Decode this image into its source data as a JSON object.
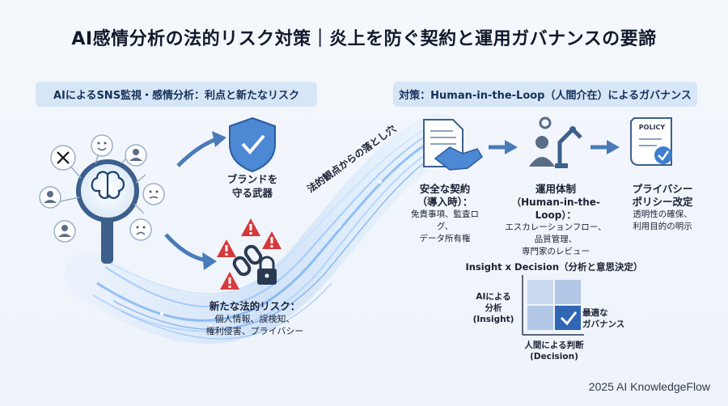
{
  "title": "AI感情分析の法的リスク対策｜炎上を防ぐ契約と運用ガバナンスの要諦",
  "left_section": {
    "header": "AIによるSNS監視・感情分析：利点と新たなリスク",
    "brand_label": [
      "ブランドを",
      "守る武器"
    ],
    "risk_title": "新たな法的リスク：",
    "risk_detail": [
      "個人情報、誤検知、",
      "権利侵害、プライバシー"
    ]
  },
  "stream_label": "法的観点からの落とし穴",
  "right_section": {
    "header": "対策：Human-in-the-Loop（人間介在）によるガバナンス",
    "steps": [
      {
        "title": [
          "安全な契約",
          "（導入時）："
        ],
        "detail": [
          "免責事項、監査ログ、",
          "データ所有権"
        ]
      },
      {
        "title": [
          "運用体制",
          "（Human-in-the-Loop）："
        ],
        "detail": [
          "エスカレーションフロー、",
          "品質管理、",
          "専門家のレビュー"
        ]
      },
      {
        "title": [
          "プライバシー",
          "ポリシー改定"
        ],
        "detail": [
          "透明性の確保、",
          "利用目的の明示"
        ]
      }
    ],
    "policy_doc_label": "POLICY"
  },
  "matrix": {
    "title": "Insight x Decision（分析と意思決定）",
    "y_label": [
      "AIによる",
      "分析",
      "(Insight)"
    ],
    "x_label": [
      "人間による判断",
      "(Decision)"
    ],
    "quadrant_label": [
      "最適な",
      "ガバナンス"
    ]
  },
  "footer": "2025 AI KnowledgeFlow",
  "colors": {
    "accent": "#3f7fd0",
    "dark": "#1f3f6e",
    "risk": "#d6393b",
    "pill": "#d6e6f7"
  }
}
